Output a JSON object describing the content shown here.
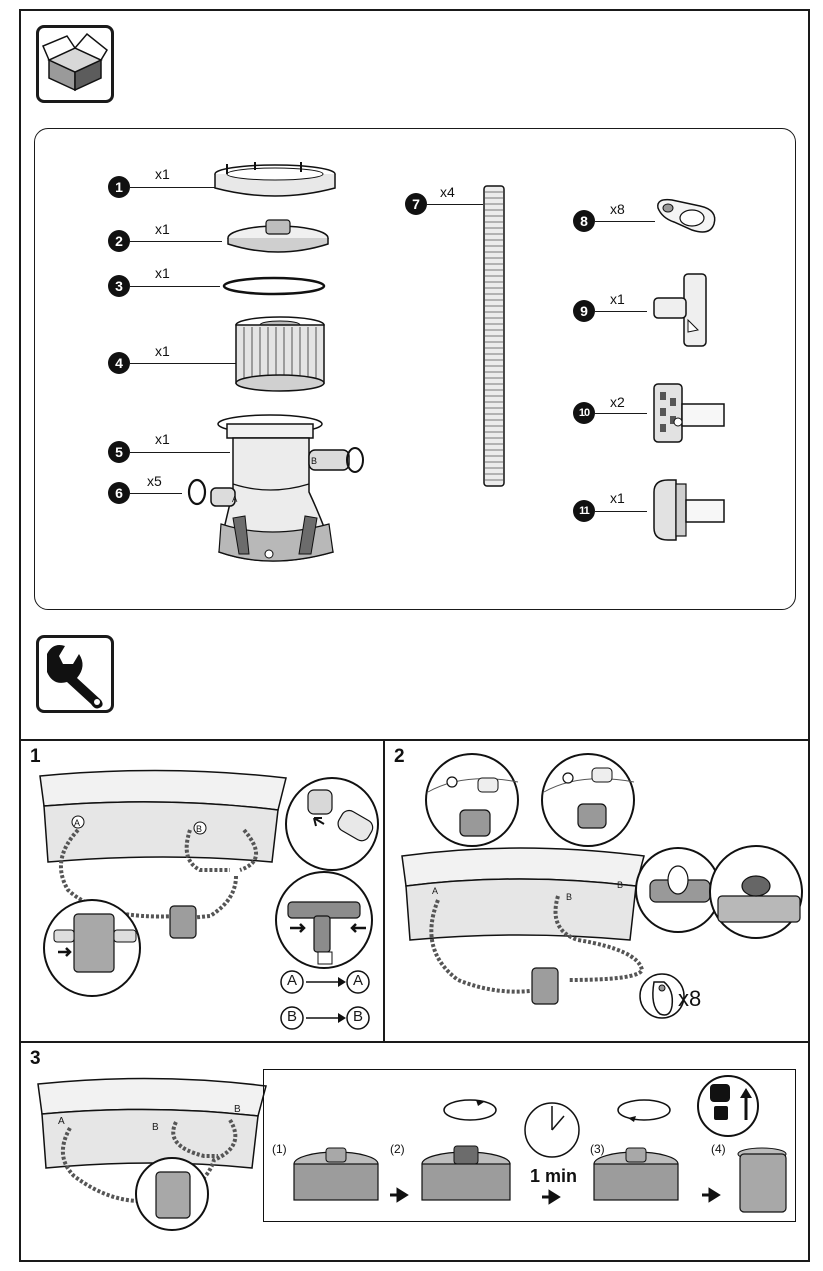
{
  "icons": {
    "parts_icon": "open-box-icon",
    "assembly_icon": "wrench-icon"
  },
  "parts": [
    {
      "num": "1",
      "qty": "x1"
    },
    {
      "num": "2",
      "qty": "x1"
    },
    {
      "num": "3",
      "qty": "x1"
    },
    {
      "num": "4",
      "qty": "x1"
    },
    {
      "num": "5",
      "qty": "x1"
    },
    {
      "num": "6",
      "qty": "x5"
    },
    {
      "num": "7",
      "qty": "x4"
    },
    {
      "num": "8",
      "qty": "x8"
    },
    {
      "num": "9",
      "qty": "x1"
    },
    {
      "num": "10",
      "qty": "x2"
    },
    {
      "num": "11",
      "qty": "x1"
    }
  ],
  "steps": {
    "step1": {
      "num": "1",
      "hose_label_a": "A",
      "hose_label_b": "B",
      "mapping": [
        {
          "from": "A",
          "to": "A"
        },
        {
          "from": "B",
          "to": "B"
        }
      ]
    },
    "step2": {
      "num": "2",
      "hose_label_a": "A",
      "hose_label_b": "B",
      "clamp_count": "x8"
    },
    "step3": {
      "num": "3",
      "hose_label_a": "A",
      "hose_label_b": "B",
      "substeps": [
        "(1)",
        "(2)",
        "(3)",
        "(4)"
      ],
      "wait_label": "1 min"
    }
  }
}
